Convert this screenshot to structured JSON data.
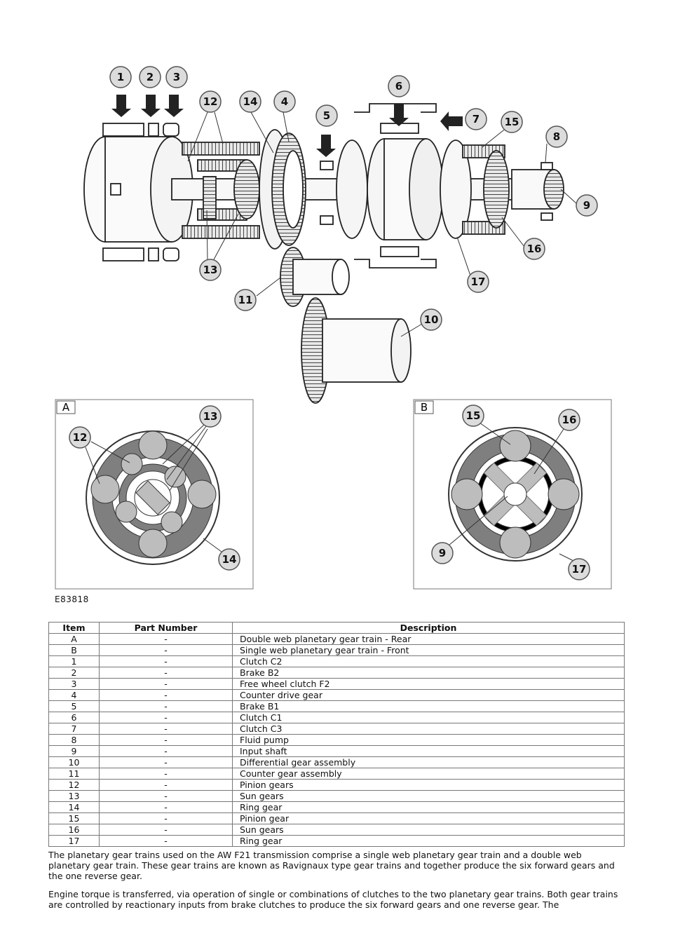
{
  "figure": {
    "callouts": [
      "1",
      "2",
      "3",
      "4",
      "5",
      "6",
      "7",
      "8",
      "9",
      "10",
      "11",
      "12",
      "13",
      "14",
      "15",
      "16",
      "17"
    ],
    "inset_a": {
      "label": "A",
      "callouts": [
        "12",
        "13",
        "14"
      ]
    },
    "inset_b": {
      "label": "B",
      "callouts": [
        "15",
        "16",
        "9",
        "17"
      ]
    },
    "figure_id": "E83818"
  },
  "table": {
    "headers": [
      "Item",
      "Part Number",
      "Description"
    ],
    "rows": [
      {
        "item": "A",
        "part": "-",
        "desc": "Double web planetary gear train - Rear"
      },
      {
        "item": "B",
        "part": "-",
        "desc": "Single web planetary gear train - Front"
      },
      {
        "item": "1",
        "part": "-",
        "desc": "Clutch C2"
      },
      {
        "item": "2",
        "part": "-",
        "desc": "Brake B2"
      },
      {
        "item": "3",
        "part": "-",
        "desc": "Free wheel clutch F2"
      },
      {
        "item": "4",
        "part": "-",
        "desc": "Counter drive gear"
      },
      {
        "item": "5",
        "part": "-",
        "desc": "Brake B1"
      },
      {
        "item": "6",
        "part": "-",
        "desc": "Clutch C1"
      },
      {
        "item": "7",
        "part": "-",
        "desc": "Clutch C3"
      },
      {
        "item": "8",
        "part": "-",
        "desc": "Fluid pump"
      },
      {
        "item": "9",
        "part": "-",
        "desc": "Input shaft"
      },
      {
        "item": "10",
        "part": "-",
        "desc": "Differential gear assembly"
      },
      {
        "item": "11",
        "part": "-",
        "desc": "Counter gear assembly"
      },
      {
        "item": "12",
        "part": "-",
        "desc": "Pinion gears"
      },
      {
        "item": "13",
        "part": "-",
        "desc": "Sun gears"
      },
      {
        "item": "14",
        "part": "-",
        "desc": "Ring gear"
      },
      {
        "item": "15",
        "part": "-",
        "desc": "Pinion gear"
      },
      {
        "item": "16",
        "part": "-",
        "desc": "Sun gears"
      },
      {
        "item": "17",
        "part": "-",
        "desc": "Ring gear"
      }
    ]
  },
  "paragraphs": [
    "The planetary gear trains used on the AW F21 transmission comprise a single web planetary gear train and a double web planetary gear train. These gear trains are known as Ravignaux type gear trains and together produce the six forward gears and the one reverse gear.",
    "Engine torque is transferred, via operation of single or combinations of clutches to the two planetary gear trains. Both gear trains are controlled by reactionary inputs from brake clutches to produce the six forward gears and one reverse gear. The"
  ]
}
